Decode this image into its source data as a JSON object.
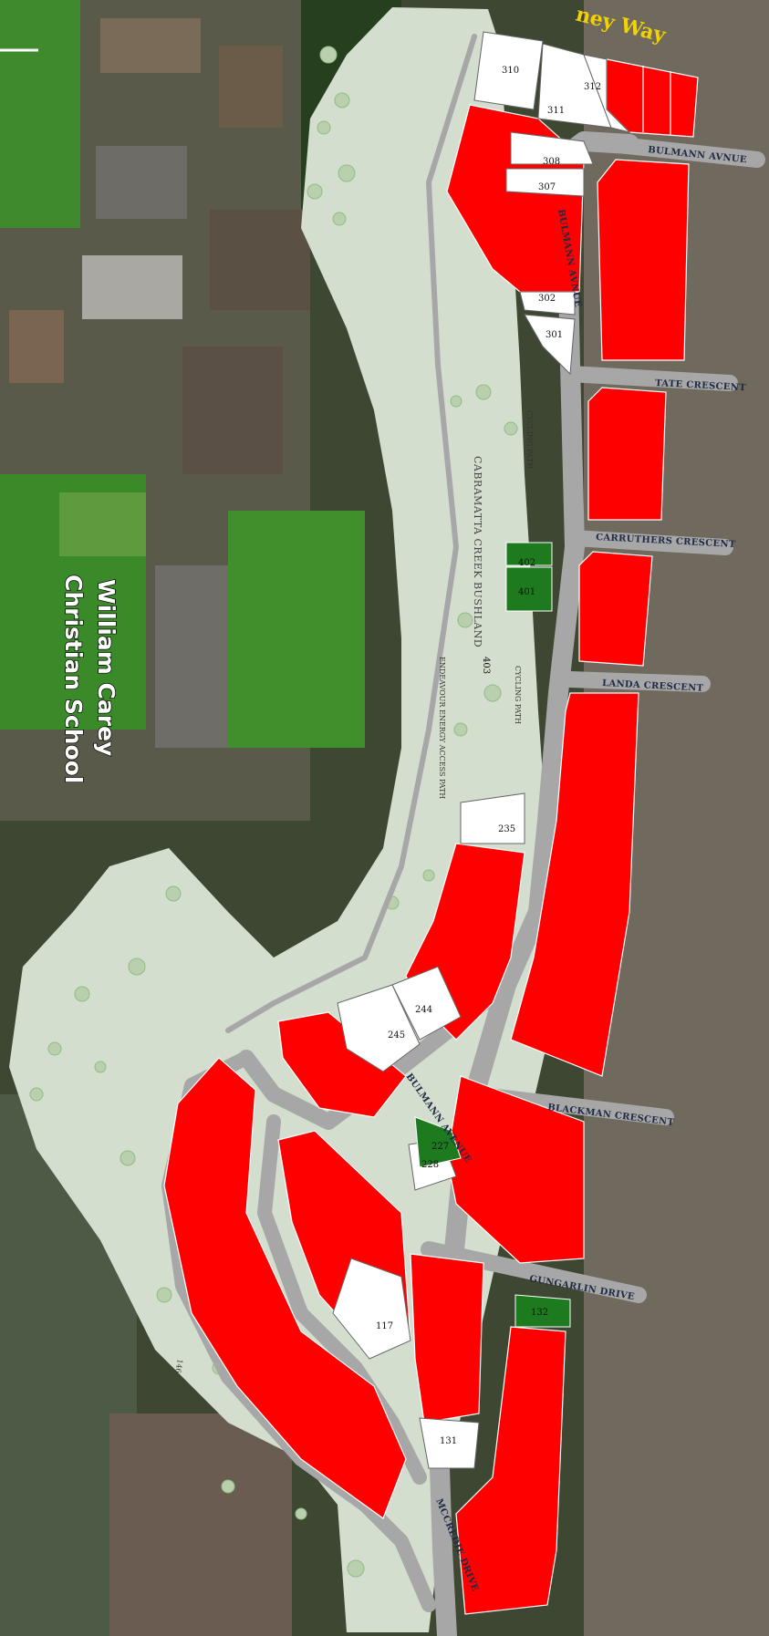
{
  "school": {
    "line1": "William Carey",
    "line2": "Christian School"
  },
  "top_road": "ney Way",
  "streets": {
    "bulmann_avnue": "BULMANN AVNUE",
    "bulmann_avenue_v": "BULMANN AVNUE",
    "tate": "TATE CRESCENT",
    "carruthers": "CARRUTHERS CRESCENT",
    "landa": "LANDA CRESCENT",
    "blackman": "BLACKMAN CRESCENT",
    "bulmann_avenue_s": "BULMANN AVENUE",
    "gungarlin": "GUNGARLIN DRIVE",
    "mccredie": "MCCREDIE DRIVE"
  },
  "labels": {
    "bushland": "CABRAMATTA CREEK BUSHLAND",
    "cycling1": "CYCLING PATH",
    "cycling2": "CYCLING PATH",
    "access": "ENDEAVOUR ENERGY ACCESS PATH"
  },
  "lots": {
    "l310": "310",
    "l311": "311",
    "l312": "312",
    "l308": "308",
    "l307": "307",
    "l302": "302",
    "l301": "301",
    "l402": "402",
    "l401": "401",
    "l403": "403",
    "l235": "235",
    "l244": "244",
    "l245": "245",
    "l227": "227",
    "l228": "228",
    "l132": "132",
    "l117": "117",
    "l131": "131",
    "l146": "146"
  },
  "colors": {
    "sold": "#ff0000",
    "available": "#ffffff",
    "reserved": "#1e7a1e",
    "road": "#a7a7a7",
    "reserve": "#d3dece"
  }
}
